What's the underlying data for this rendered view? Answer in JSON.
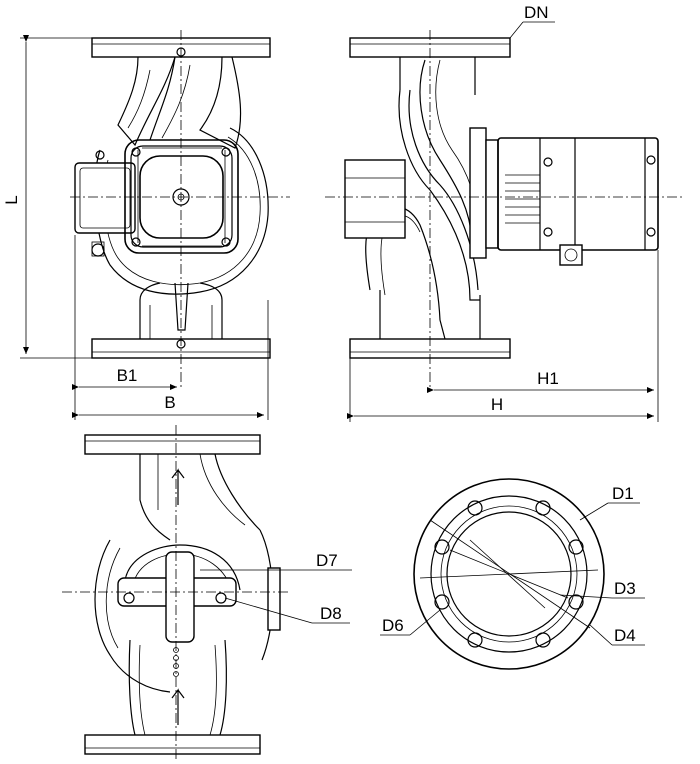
{
  "labels": {
    "dn": "DN",
    "l": "L",
    "b1": "B1",
    "b": "B",
    "h1": "H1",
    "h": "H",
    "d1": "D1",
    "d3": "D3",
    "d4": "D4",
    "d6": "D6",
    "d7": "D7",
    "d8": "D8"
  }
}
